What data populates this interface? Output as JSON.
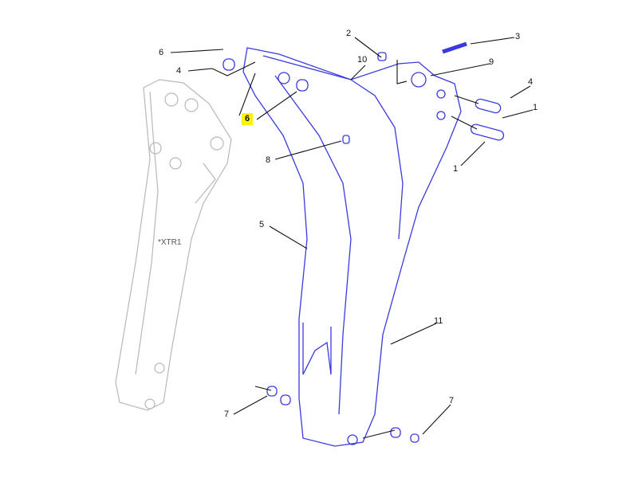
{
  "diagram": {
    "colors": {
      "boom": "#3a3ae0",
      "stick": "#b8b8b8",
      "leader": "#111111",
      "highlight": "#fff200"
    },
    "callouts": [
      {
        "id": "c6a",
        "text": "6"
      },
      {
        "id": "c4a",
        "text": "4"
      },
      {
        "id": "c6b",
        "text": "6",
        "highlighted": true
      },
      {
        "id": "c2",
        "text": "2"
      },
      {
        "id": "c3",
        "text": "3"
      },
      {
        "id": "c10",
        "text": "10"
      },
      {
        "id": "c9",
        "text": "9"
      },
      {
        "id": "c4b",
        "text": "4"
      },
      {
        "id": "c1a",
        "text": "1"
      },
      {
        "id": "c1b",
        "text": "1"
      },
      {
        "id": "c8",
        "text": "8"
      },
      {
        "id": "c5",
        "text": "5"
      },
      {
        "id": "c11",
        "text": "11"
      },
      {
        "id": "c7a",
        "text": "7"
      },
      {
        "id": "c7b",
        "text": "7"
      }
    ],
    "stick_label": "*XTR1"
  }
}
